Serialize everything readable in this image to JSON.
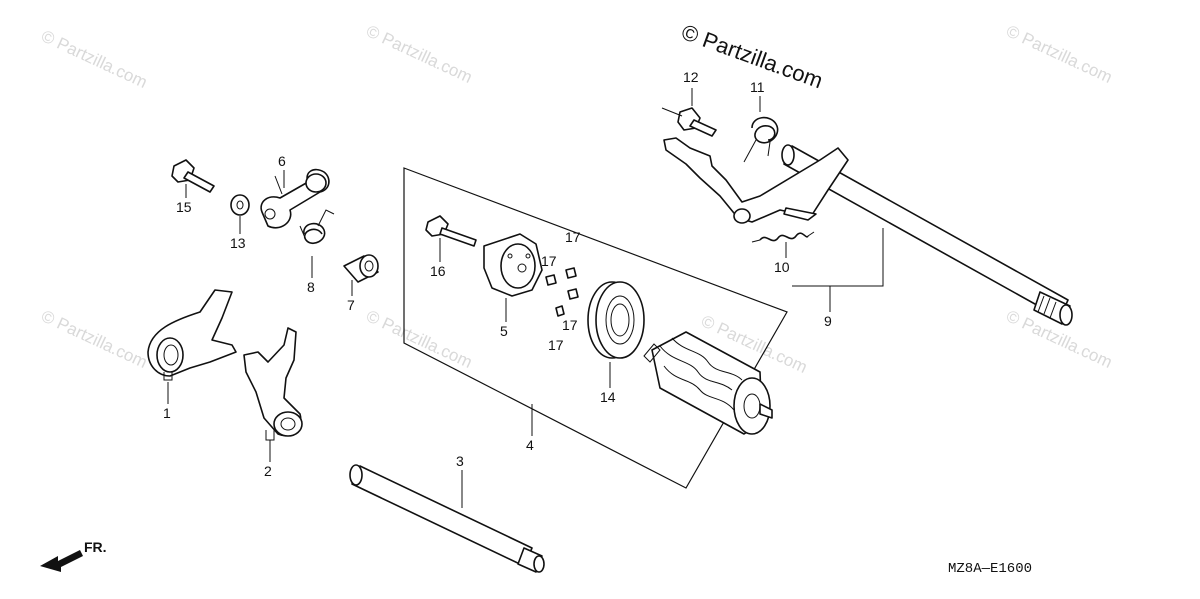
{
  "watermark": {
    "main": "© Partzilla.com",
    "faint": "© Partzilla.com"
  },
  "diagram_code": "MZ8A—E1600",
  "front_indicator": "FR.",
  "callouts": [
    {
      "id": "c1",
      "text": "1"
    },
    {
      "id": "c2",
      "text": "2"
    },
    {
      "id": "c3",
      "text": "3"
    },
    {
      "id": "c4",
      "text": "4"
    },
    {
      "id": "c5",
      "text": "5"
    },
    {
      "id": "c6",
      "text": "6"
    },
    {
      "id": "c7",
      "text": "7"
    },
    {
      "id": "c8",
      "text": "8"
    },
    {
      "id": "c9",
      "text": "9"
    },
    {
      "id": "c10",
      "text": "10"
    },
    {
      "id": "c11",
      "text": "11"
    },
    {
      "id": "c12",
      "text": "12"
    },
    {
      "id": "c13",
      "text": "13"
    },
    {
      "id": "c14",
      "text": "14"
    },
    {
      "id": "c15",
      "text": "15"
    },
    {
      "id": "c16",
      "text": "16"
    },
    {
      "id": "c17a",
      "text": "17"
    },
    {
      "id": "c17b",
      "text": "17"
    },
    {
      "id": "c17c",
      "text": "17"
    },
    {
      "id": "c17d",
      "text": "17"
    }
  ]
}
